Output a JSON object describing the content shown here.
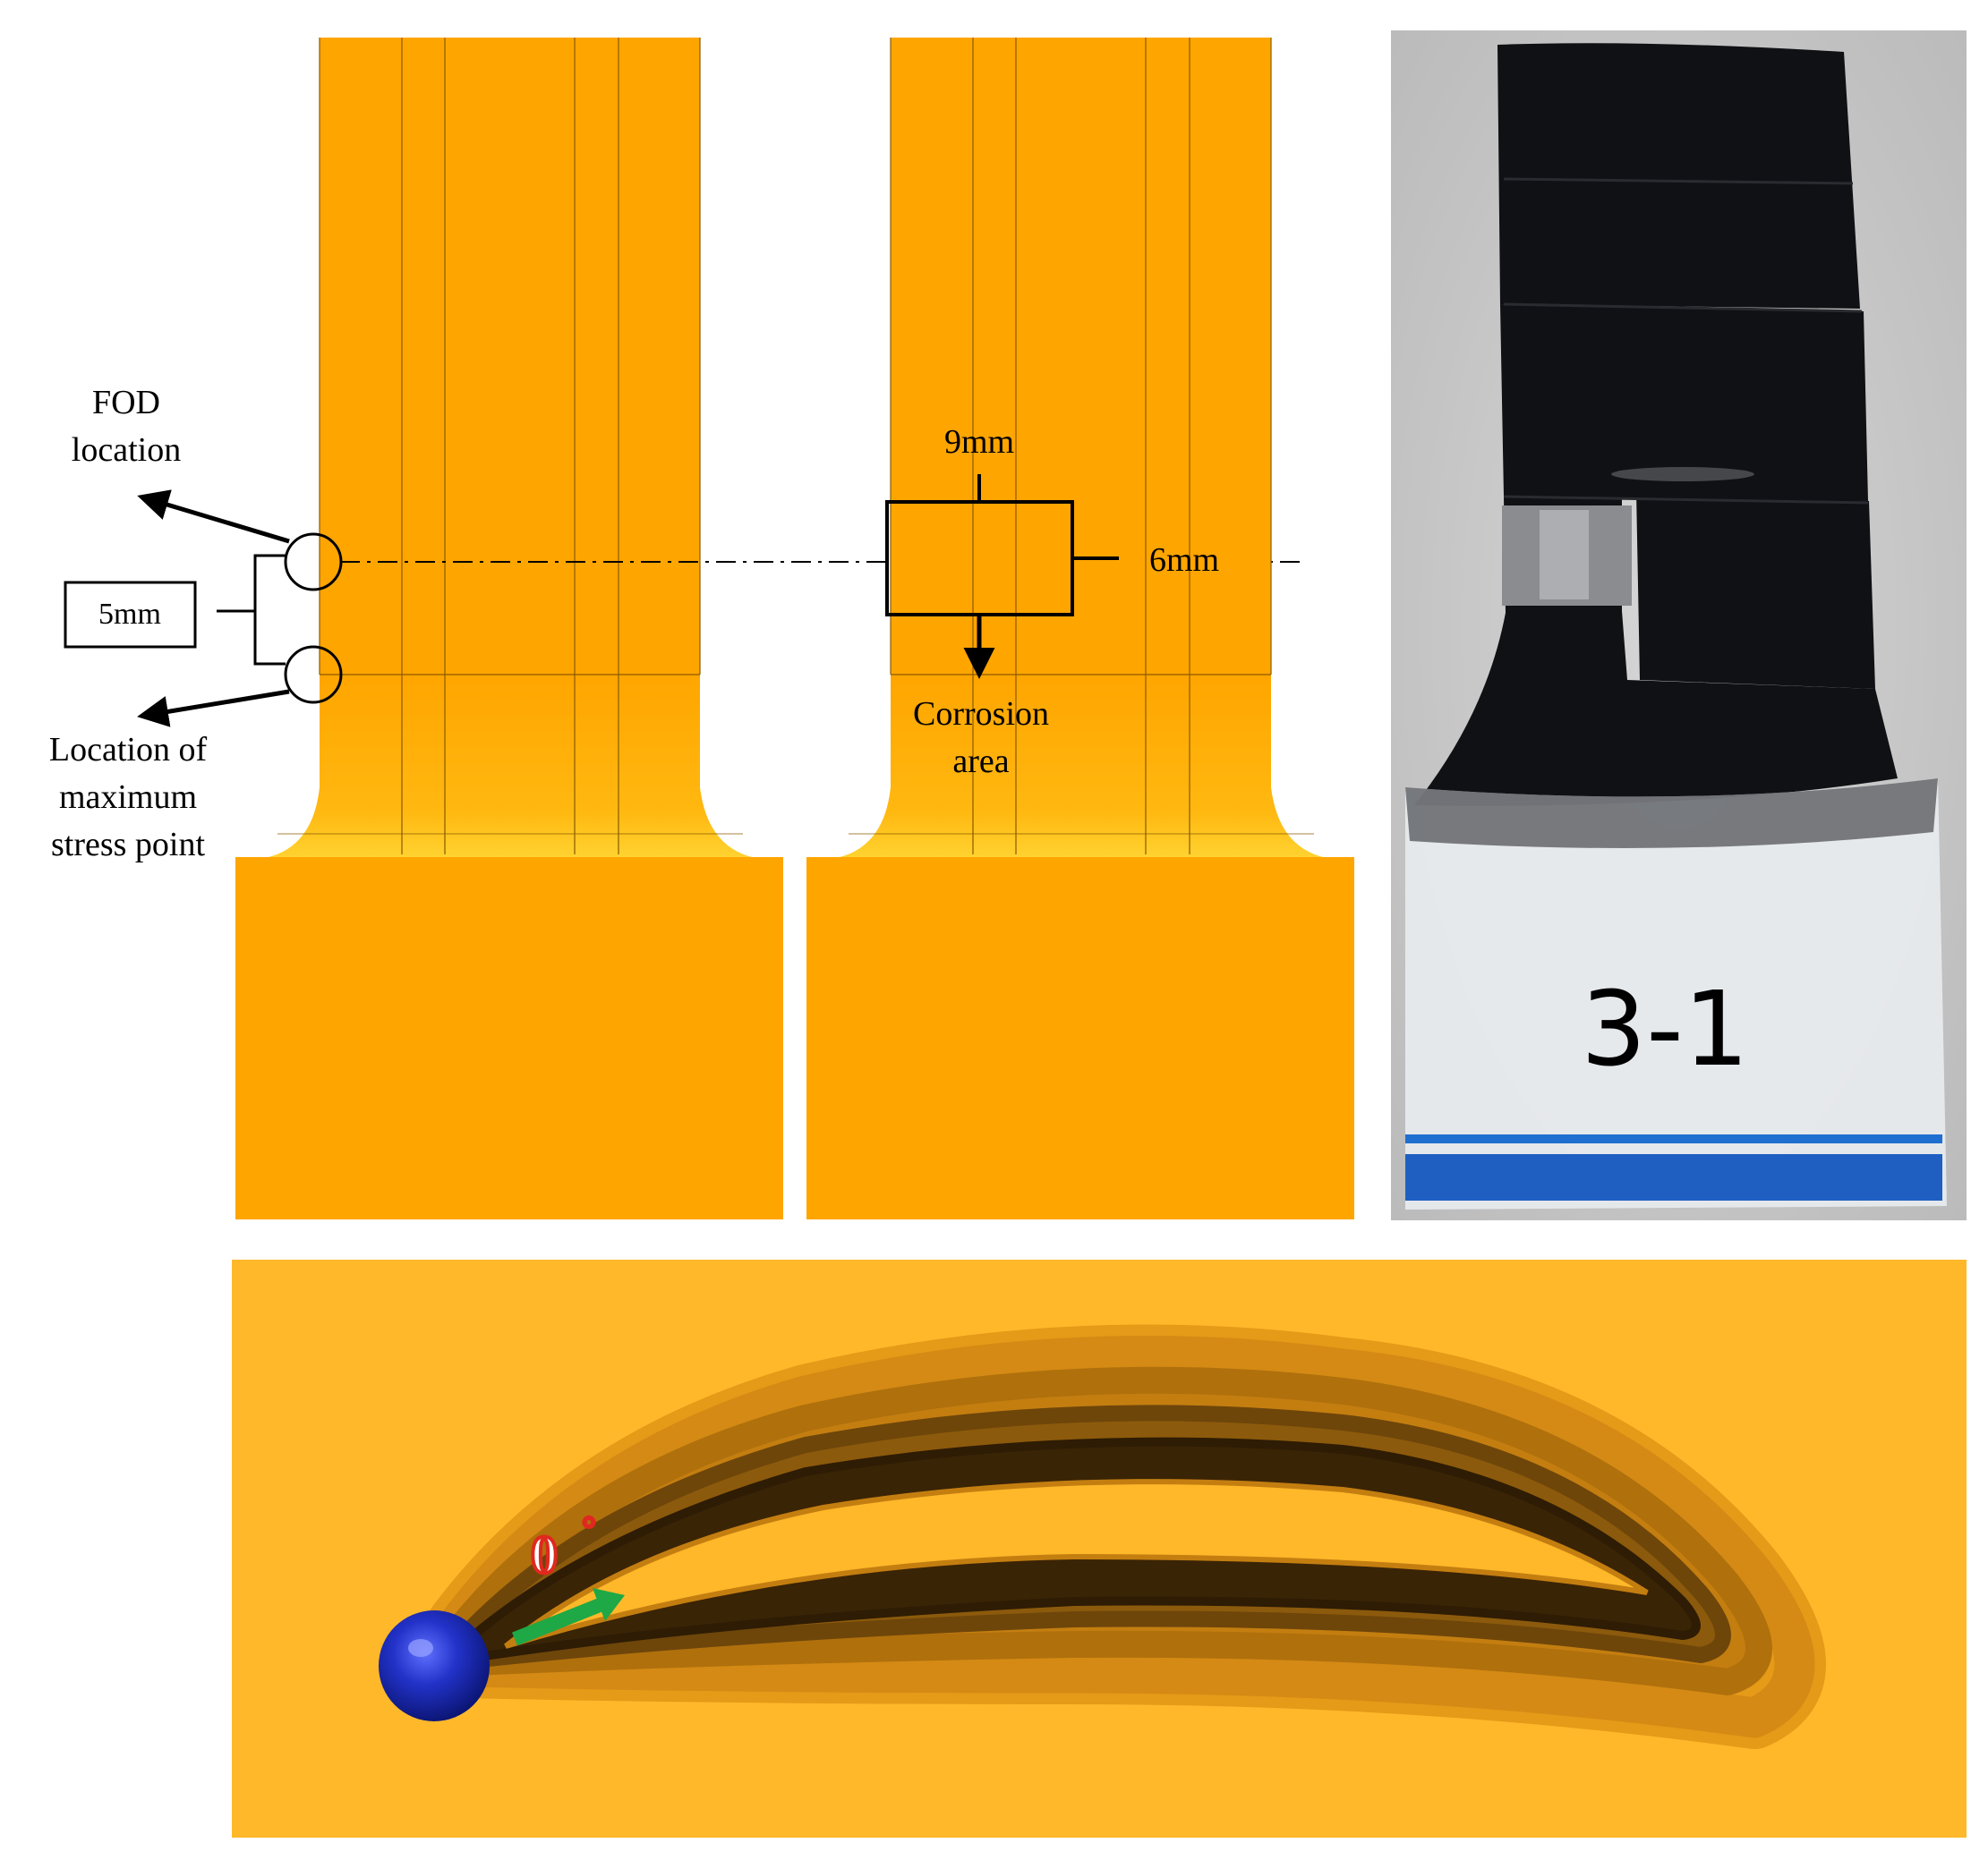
{
  "panel_a": {
    "fod_label_line1": "FOD",
    "fod_label_line2": "location",
    "spacing_label": "5mm",
    "max_stress_line1": "Location of",
    "max_stress_line2": "maximum",
    "max_stress_line3": "stress point"
  },
  "panel_b": {
    "width_label": "9mm",
    "height_label": "6mm",
    "corrosion_line1": "Corrosion",
    "corrosion_line2": "area"
  },
  "panel_c": {
    "specimen_tag": "3-1"
  },
  "panel_d": {
    "impact_angle": "0",
    "impact_angle_unit": "°"
  },
  "colors": {
    "blade_orange": "#FFA500",
    "fillet_light": "#FFC020",
    "airfoil_dark": "#3A2406",
    "background_d": "#FFB82A",
    "sphere_blue": "#1E2FB0",
    "arrow_green": "#1EA846",
    "angle_label_red": "#E0281E",
    "tape_black": "#101114",
    "photo_bg": "#C9C9C9",
    "film_blue_stripe": "#1F6FD0"
  },
  "icons": [
    "projectile-sphere-icon",
    "impact-direction-arrow-icon"
  ]
}
